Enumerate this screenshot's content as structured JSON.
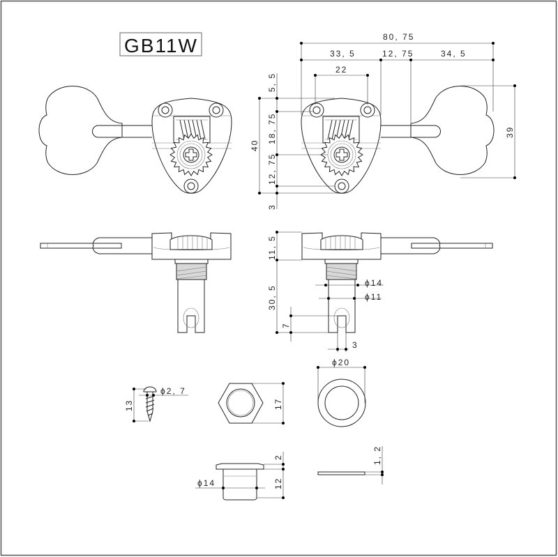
{
  "title": "GB11W",
  "front_view": {
    "overall_width": "80, 75",
    "segment_left": "33, 5",
    "segment_middle": "12, 75",
    "segment_right": "34, 5",
    "hole_spacing": "22",
    "top_offset": "5, 5",
    "upper_height": "18, 75",
    "lower_height": "12, 75",
    "bottom_offset": "3",
    "plate_height": "40",
    "key_height": "39"
  },
  "side_view": {
    "plate_height": "11, 5",
    "post_length": "30, 5",
    "slot_depth": "7",
    "bushing_diameter": "ϕ14",
    "post_diameter": "ϕ11",
    "slot_width": "3"
  },
  "parts": {
    "screw_diameter": "ϕ2, 7",
    "screw_length": "13",
    "nut_size": "17",
    "washer_diameter": "ϕ20",
    "bushing_flange": "2",
    "bushing_height": "12",
    "bushing_diameter": "ϕ14",
    "washer_thickness": "1, 2"
  }
}
